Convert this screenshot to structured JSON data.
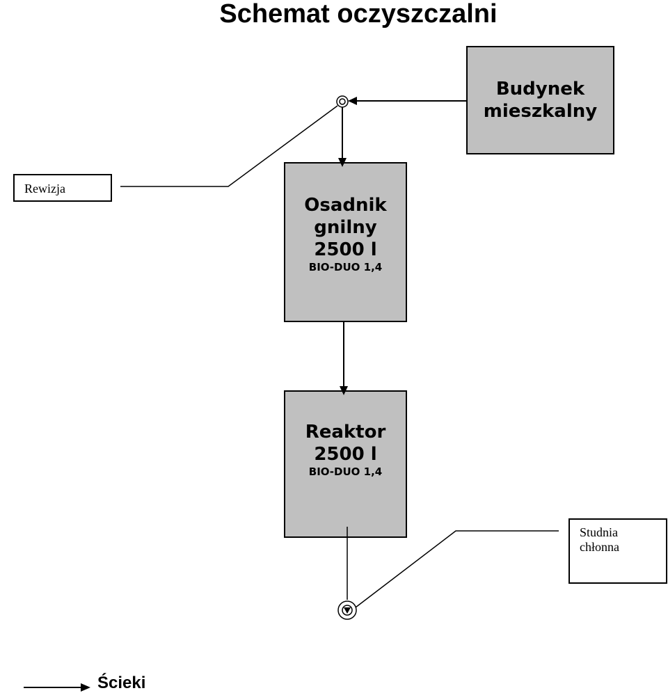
{
  "title": "Schemat oczyszczalni",
  "building": {
    "line1": "Budynek",
    "line2": "mieszkalny"
  },
  "settler": {
    "line1": "Osadnik",
    "line2": "gnilny",
    "line3": "2500 l",
    "line4": "BIO-DUO 1,4"
  },
  "reactor": {
    "line1": "Reaktor",
    "line2": "2500 l",
    "line3": "BIO-DUO 1,4"
  },
  "inspection_label": "Rewizja",
  "well_label": {
    "line1": "Studnia",
    "line2": "chłonna"
  },
  "legend": {
    "label": "Ścieki"
  },
  "colors": {
    "box_fill": "#c0c0c0",
    "stroke": "#000000",
    "background": "#ffffff"
  }
}
